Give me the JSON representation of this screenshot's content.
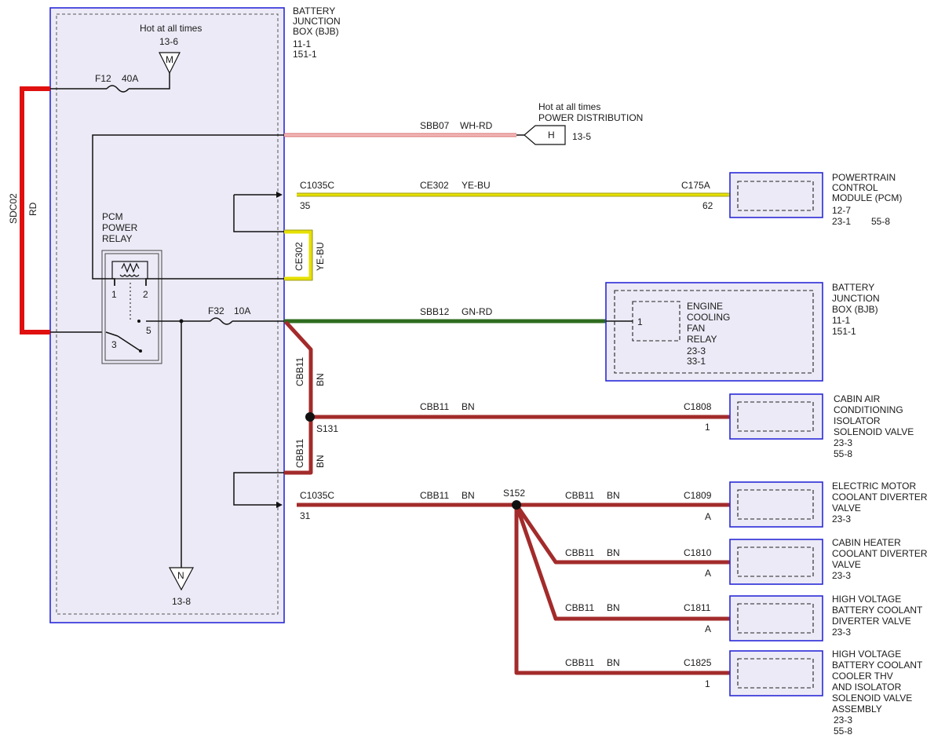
{
  "bjb_left": {
    "title_lines": [
      "BATTERY",
      "JUNCTION",
      "BOX (BJB)"
    ],
    "refs": [
      "11-1",
      "151-1"
    ],
    "hot_at_all_times": "Hot at all times",
    "ref_m": "13-6",
    "letter_m": "M",
    "fuse_f12": "F12",
    "fuse_f12_rating": "40A",
    "fuse_f32": "F32",
    "fuse_f32_rating": "10A",
    "letter_n": "N",
    "ref_n": "13-8"
  },
  "relay": {
    "label_lines": [
      "PCM",
      "POWER",
      "RELAY"
    ],
    "pin1": "1",
    "pin2": "2",
    "pin3": "3",
    "pin5": "5"
  },
  "sdc02": {
    "circuit": "SDC02",
    "color": "RD"
  },
  "sbb07": {
    "circuit": "SBB07",
    "color": "WH-RD",
    "hot_at_all_times": "Hot at all times",
    "power_distribution": "POWER DISTRIBUTION",
    "letter": "H",
    "ref": "13-5"
  },
  "ce302": {
    "connector_left": "C1035C",
    "pin_left": "35",
    "circuit": "CE302",
    "color": "YE-BU",
    "connector_right": "C175A",
    "pin_right": "62",
    "vertical_circuit": "CE302",
    "vertical_color": "YE-BU"
  },
  "pcm": {
    "title_lines": [
      "POWERTRAIN",
      "CONTROL",
      "MODULE (PCM)"
    ],
    "refs": [
      "12-7",
      "23-1",
      "55-8"
    ]
  },
  "sbb12": {
    "circuit": "SBB12",
    "color": "GN-RD"
  },
  "fan_relay": {
    "pin": "1",
    "label_lines": [
      "ENGINE",
      "COOLING",
      "FAN",
      "RELAY"
    ],
    "refs": [
      "23-3",
      "33-1"
    ]
  },
  "bjb_right": {
    "title_lines": [
      "BATTERY",
      "JUNCTION",
      "BOX (BJB)"
    ],
    "refs": [
      "11-1",
      "151-1"
    ]
  },
  "cbb11": {
    "circuit": "CBB11",
    "color": "BN",
    "splice_s131": "S131",
    "splice_s152": "S152",
    "connector_left": "C1035C",
    "pin_left": "31"
  },
  "loads": [
    {
      "connector": "C1808",
      "pin": "1",
      "label_lines": [
        "CABIN AIR",
        "CONDITIONING",
        "ISOLATOR",
        "SOLENOID VALVE"
      ],
      "refs": [
        "23-3",
        "55-8"
      ]
    },
    {
      "connector": "C1809",
      "pin": "A",
      "label_lines": [
        "ELECTRIC MOTOR",
        "COOLANT DIVERTER",
        "VALVE"
      ],
      "refs": [
        "23-3"
      ]
    },
    {
      "connector": "C1810",
      "pin": "A",
      "label_lines": [
        "CABIN HEATER",
        "COOLANT DIVERTER",
        "VALVE"
      ],
      "refs": [
        "23-3"
      ]
    },
    {
      "connector": "C1811",
      "pin": "A",
      "label_lines": [
        "HIGH VOLTAGE",
        "BATTERY COOLANT",
        "DIVERTER VALVE"
      ],
      "refs": [
        "23-3"
      ]
    },
    {
      "connector": "C1825",
      "pin": "1",
      "label_lines": [
        "HIGH VOLTAGE",
        "BATTERY COOLANT",
        "COOLER THV",
        "AND ISOLATOR",
        "SOLENOID VALVE",
        "ASSEMBLY"
      ],
      "refs": [
        "23-3",
        "55-8"
      ]
    }
  ]
}
